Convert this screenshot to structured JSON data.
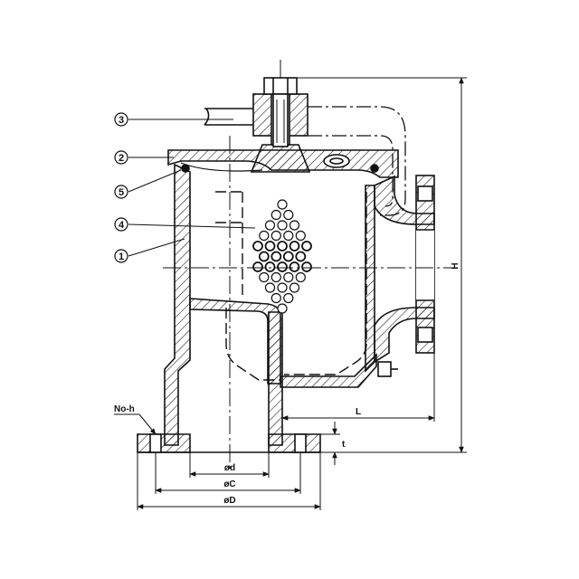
{
  "colors": {
    "stroke": "#111111",
    "background": "#ffffff"
  },
  "callouts": [
    "3",
    "2",
    "5",
    "4",
    "1"
  ],
  "dimensions": {
    "holes": "No-h",
    "bore": "ød",
    "bolt_circle": "øC",
    "outer": "øD",
    "length": "L",
    "height": "H",
    "thickness": "t"
  }
}
